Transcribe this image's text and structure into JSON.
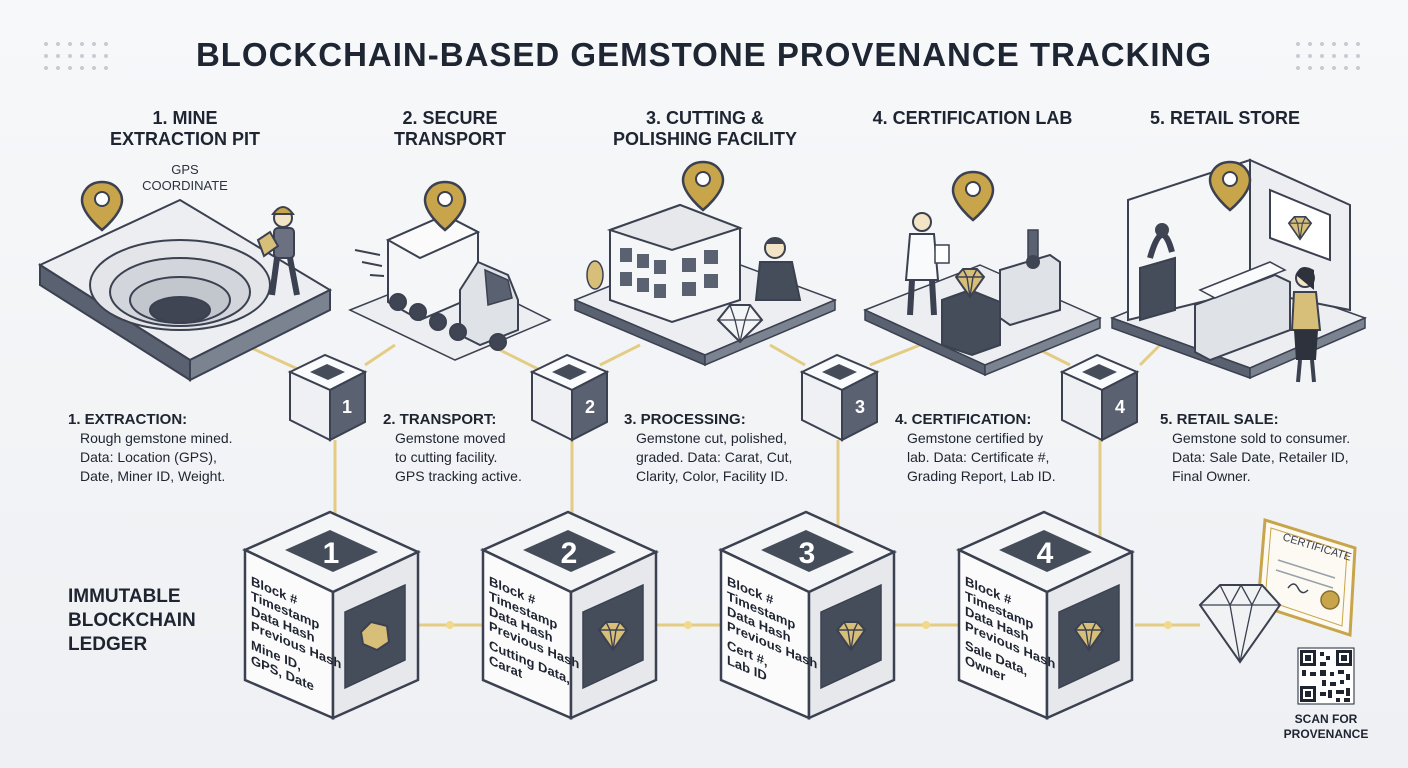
{
  "title": "BLOCKCHAIN-BASED GEMSTONE PROVENANCE TRACKING",
  "gps_label": "GPS COORDINATE",
  "stages": [
    {
      "num": "1.",
      "name": "MINE EXTRACTION PIT"
    },
    {
      "num": "2.",
      "name": "SECURE TRANSPORT"
    },
    {
      "num": "3.",
      "name": "CUTTING & POLISHING FACILITY"
    },
    {
      "num": "4.",
      "name": "CERTIFICATION LAB"
    },
    {
      "num": "5.",
      "name": "RETAIL STORE"
    }
  ],
  "stage_titles": [
    "1. MINE",
    "EXTRACTION PIT",
    "2. SECURE",
    "TRANSPORT",
    "3. CUTTING &",
    "POLISHING FACILITY",
    "4. CERTIFICATION LAB",
    "5. RETAIL STORE"
  ],
  "events": [
    {
      "heading": "1. EXTRACTION:",
      "lines": [
        "Rough gemstone mined.",
        "Data: Location (GPS),",
        "Date, Miner ID, Weight."
      ]
    },
    {
      "heading": "2. TRANSPORT:",
      "lines": [
        "Gemstone moved",
        "to cutting facility.",
        "GPS tracking active."
      ]
    },
    {
      "heading": "3. PROCESSING:",
      "lines": [
        "Gemstone cut, polished,",
        "graded. Data: Carat, Cut,",
        "Clarity, Color, Facility ID."
      ]
    },
    {
      "heading": "4. CERTIFICATION:",
      "lines": [
        "Gemstone certified by",
        "lab. Data: Certificate #,",
        "Grading Report, Lab ID."
      ]
    },
    {
      "heading": "5. RETAIL SALE:",
      "lines": [
        "Gemstone sold to consumer.",
        "Data: Sale Date, Retailer ID,",
        "Final Owner."
      ]
    }
  ],
  "small_blocks": [
    "1",
    "2",
    "3",
    "4"
  ],
  "ledger_label": [
    "IMMUTABLE",
    "BLOCKCHAIN",
    "LEDGER"
  ],
  "blocks": [
    {
      "number": "1",
      "fields": [
        "Block #",
        "Timestamp",
        "Data Hash",
        "Previous Hash",
        "Mine ID,",
        "GPS, Date"
      ]
    },
    {
      "number": "2",
      "fields": [
        "Block #",
        "Timestamp",
        "Data Hash",
        "Previous Hash",
        "Cutting Data,",
        "Carat"
      ]
    },
    {
      "number": "3",
      "fields": [
        "Block #",
        "Timestamp",
        "Data Hash",
        "Previous Hash",
        "Cert #,",
        "Lab ID"
      ]
    },
    {
      "number": "4",
      "fields": [
        "Block #",
        "Timestamp",
        "Data Hash",
        "Previous Hash",
        "Sale Data,",
        "Owner"
      ]
    }
  ],
  "certificate_label": "CERTIFICATE",
  "scan_label": [
    "SCAN FOR",
    "PROVENANCE"
  ],
  "colors": {
    "gold": "#c8a44a",
    "dark": "#454c5a",
    "line": "#e2c878",
    "ink": "#1e2430"
  },
  "icons": [
    "map-pin-icon",
    "miner-icon",
    "truck-icon",
    "factory-icon",
    "diamond-icon",
    "lab-icon",
    "store-icon",
    "qr-code-icon",
    "certificate-icon"
  ]
}
